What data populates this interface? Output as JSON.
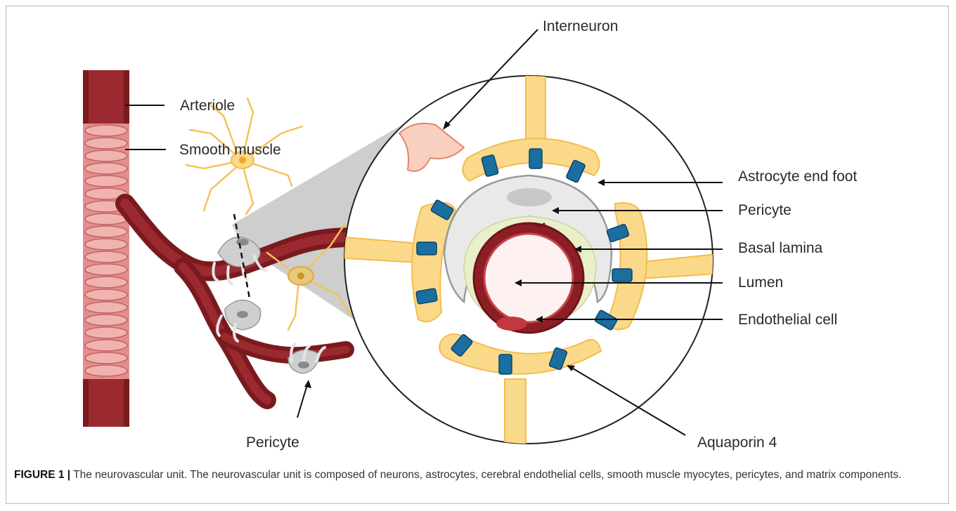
{
  "labels": {
    "interneuron": "Interneuron",
    "arteriole": "Arteriole",
    "smooth_muscle": "Smooth muscle",
    "astrocyte_end_foot": "Astrocyte end foot",
    "pericyte_inset": "Pericyte",
    "basal_lamina": "Basal lamina",
    "lumen": "Lumen",
    "endothelial_cell": "Endothelial cell",
    "aquaporin_4": "Aquaporin 4",
    "pericyte_main": "Pericyte"
  },
  "caption": {
    "figure_label": "FIGURE 1 |",
    "text": " The neurovascular unit. The neurovascular unit is composed of neurons, astrocytes, cerebral endothelial cells, smooth muscle myocytes, pericytes, and matrix components."
  },
  "colors": {
    "vessel": "#7a1a1f",
    "vessel_light": "#9b2a30",
    "smooth_muscle": "#e48d8d",
    "astrocyte": "#fbd98a",
    "astrocyte_stroke": "#f3bd4c",
    "aquaporin": "#1a6fa0",
    "pericyte": "#c9c9c9",
    "basal_lamina": "#e9efc9",
    "lumen": "#fdf1f1",
    "interneuron": "#f9cfc0"
  }
}
